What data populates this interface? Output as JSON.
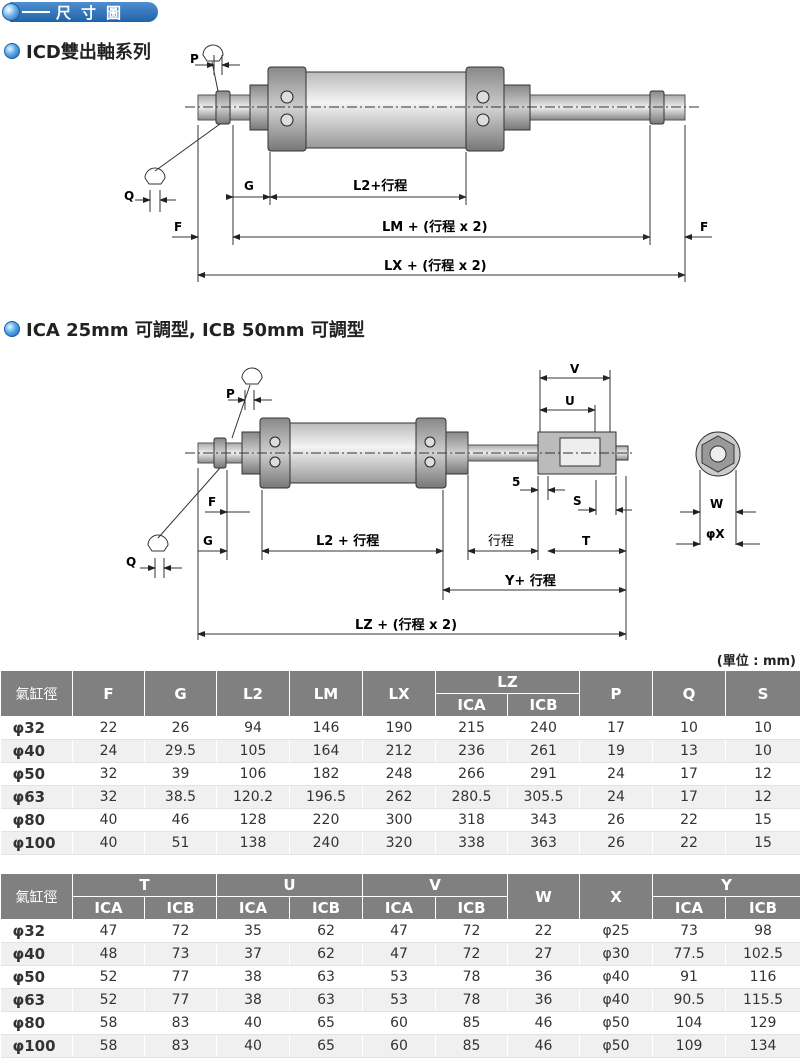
{
  "header": {
    "tab_label": "尺寸圖"
  },
  "section1": {
    "title": "ICD雙出軸系列"
  },
  "section2": {
    "title": "ICA  25mm 可調型, ICB  50mm 可調型"
  },
  "diagram1": {
    "labels": {
      "p": "P",
      "q": "Q",
      "g": "G",
      "l2": "L2+行程",
      "f_left": "F",
      "f_right": "F",
      "lm": "LM + (行程 x 2)",
      "lx": "LX + (行程 x 2)"
    }
  },
  "diagram2": {
    "labels": {
      "p": "P",
      "q": "Q",
      "f": "F",
      "g": "G",
      "l2": "L2 + 行程",
      "stroke": "行程",
      "t": "T",
      "v": "V",
      "u": "U",
      "five": "5",
      "s": "S",
      "y": "Y+ 行程",
      "lz": "LZ + (行程 x 2)",
      "w": "W",
      "x": "φX"
    }
  },
  "unit": "(單位 : mm)",
  "table1": {
    "headers": {
      "bore": "氣缸徑",
      "f": "F",
      "g": "G",
      "l2": "L2",
      "lm": "LM",
      "lx": "LX",
      "lz": "LZ",
      "lz_ica": "ICA",
      "lz_icb": "ICB",
      "p": "P",
      "q": "Q",
      "s": "S"
    },
    "rows": [
      [
        "φ32",
        "22",
        "26",
        "94",
        "146",
        "190",
        "215",
        "240",
        "17",
        "10",
        "10"
      ],
      [
        "φ40",
        "24",
        "29.5",
        "105",
        "164",
        "212",
        "236",
        "261",
        "19",
        "13",
        "10"
      ],
      [
        "φ50",
        "32",
        "39",
        "106",
        "182",
        "248",
        "266",
        "291",
        "24",
        "17",
        "12"
      ],
      [
        "φ63",
        "32",
        "38.5",
        "120.2",
        "196.5",
        "262",
        "280.5",
        "305.5",
        "24",
        "17",
        "12"
      ],
      [
        "φ80",
        "40",
        "46",
        "128",
        "220",
        "300",
        "318",
        "343",
        "26",
        "22",
        "15"
      ],
      [
        "φ100",
        "40",
        "51",
        "138",
        "240",
        "320",
        "338",
        "363",
        "26",
        "22",
        "15"
      ]
    ]
  },
  "table2": {
    "headers": {
      "bore": "氣缸徑",
      "t": "T",
      "u": "U",
      "v": "V",
      "w": "W",
      "x": "X",
      "y": "Y",
      "ica": "ICA",
      "icb": "ICB"
    },
    "rows": [
      [
        "φ32",
        "47",
        "72",
        "35",
        "62",
        "47",
        "72",
        "22",
        "φ25",
        "73",
        "98"
      ],
      [
        "φ40",
        "48",
        "73",
        "37",
        "62",
        "47",
        "72",
        "27",
        "φ30",
        "77.5",
        "102.5"
      ],
      [
        "φ50",
        "52",
        "77",
        "38",
        "63",
        "53",
        "78",
        "36",
        "φ40",
        "91",
        "116"
      ],
      [
        "φ63",
        "52",
        "77",
        "38",
        "63",
        "53",
        "78",
        "36",
        "φ40",
        "90.5",
        "115.5"
      ],
      [
        "φ80",
        "58",
        "83",
        "40",
        "65",
        "60",
        "85",
        "46",
        "φ50",
        "104",
        "129"
      ],
      [
        "φ100",
        "58",
        "83",
        "40",
        "65",
        "60",
        "85",
        "46",
        "φ50",
        "109",
        "134"
      ]
    ]
  }
}
